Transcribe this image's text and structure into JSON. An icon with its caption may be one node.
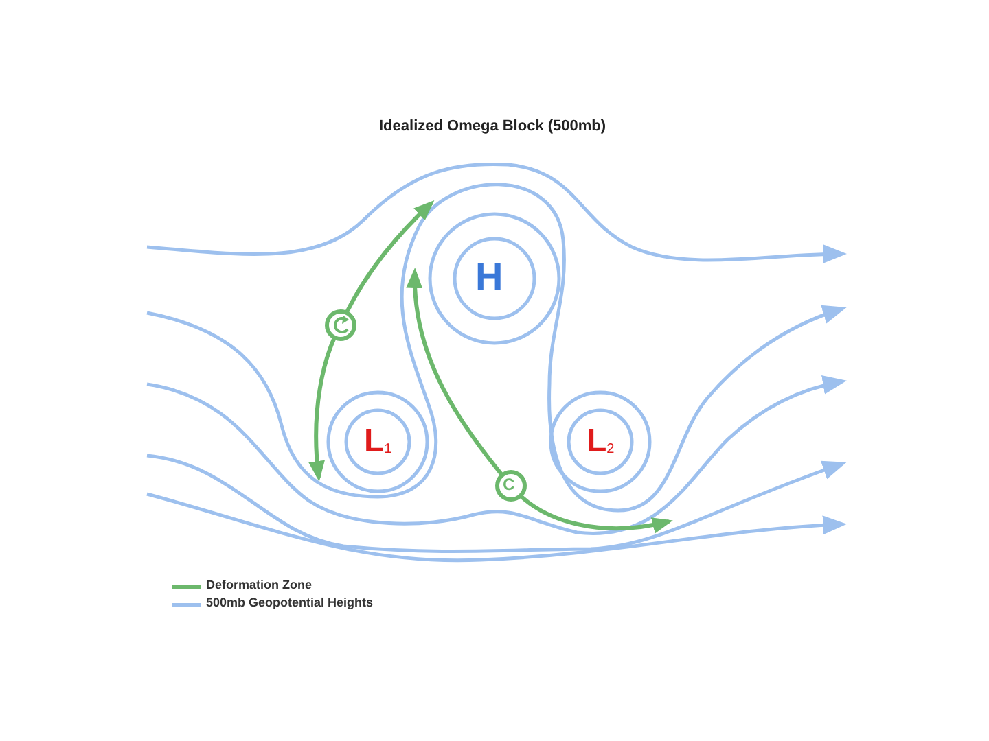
{
  "diagram": {
    "title": "Idealized Omega Block (500mb)",
    "labels": [
      "H",
      "L$_{1}$",
      "L$_{2}$",
      "C"
    ],
    "legend": [
      {
        "text": "Deformation Zone"
      },
      {
        "text": "500mb Geopotential Heights"
      }
    ]
  }
}
